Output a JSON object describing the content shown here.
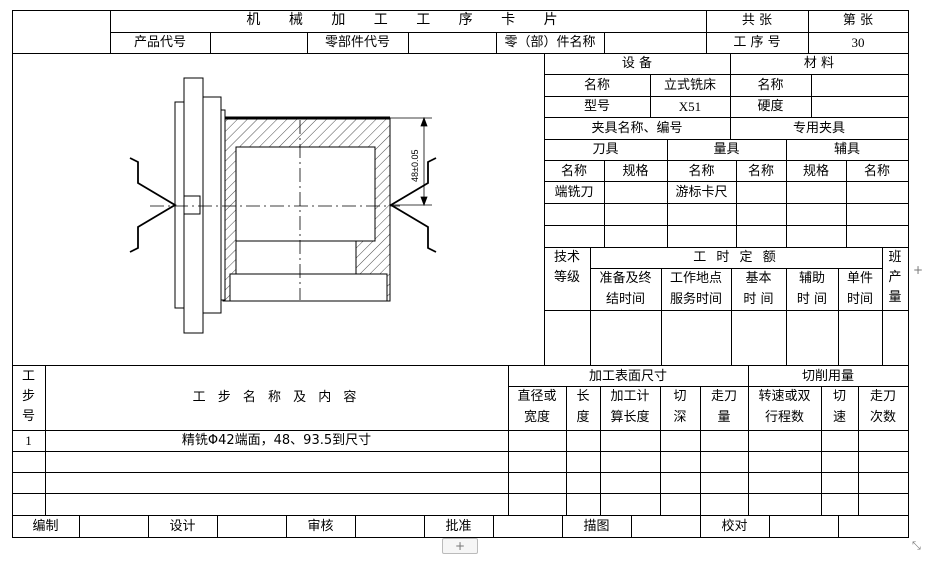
{
  "header": {
    "title": "机 械 加 工 工 序 卡 片",
    "total_sheets": "共  张",
    "sheet_no": "第  张",
    "product_code": "产品代号",
    "part_code": "零部件代号",
    "part_name": "零（部）件名称",
    "process_no_label": "工 序 号",
    "process_no": "30"
  },
  "equipment": {
    "section_label": "设  备",
    "material_label": "材  料",
    "name_label": "名称",
    "name_value": "立式铣床",
    "model_label": "型号",
    "model_value": "X51",
    "mat_name_label": "名称",
    "hardness_label": "硬度",
    "fixture_label": "夹具名称、编号",
    "fixture_value": "专用夹具",
    "tools_label": "刀具",
    "gauges_label": "量具",
    "aux_label": "辅具",
    "col_name1": "名称",
    "col_spec1": "规格",
    "col_name2": "名称",
    "col_name3": "名称",
    "col_spec3": "规格",
    "col_name4": "名称",
    "tool_value": "端铣刀",
    "gauge_value": "游标卡尺"
  },
  "time_quota": {
    "tech_grade_1": "技术",
    "tech_grade_2": "等级",
    "title": "工 时 定 额",
    "prep_1": "准备及终",
    "prep_2": "结时间",
    "site_1": "工作地点",
    "site_2": "服务时间",
    "basic_1": "基本",
    "basic_2": "时 间",
    "aux_1": "辅助",
    "aux_2": "时 间",
    "unit_1": "单件",
    "unit_2": "时间",
    "shift_1": "班",
    "shift_2": "产",
    "shift_3": "量"
  },
  "drawing": {
    "dimension": "48±0.05"
  },
  "steps": {
    "col_step_1": "工",
    "col_step_2": "步",
    "col_step_3": "号",
    "col_content": "工 步 名 称 及 内 容",
    "surface_dims": "加工表面尺寸",
    "cutting": "切削用量",
    "dia_1": "直径或",
    "dia_2": "宽度",
    "len_1": "长",
    "len_2": "度",
    "calc_1": "加工计",
    "calc_2": "算长度",
    "depth_1": "切",
    "depth_2": "深",
    "pass_1": "走刀",
    "pass_2": "量",
    "speed_1": "转速或双",
    "speed_2": "行程数",
    "cspeed_1": "切",
    "cspeed_2": "速",
    "count_1": "走刀",
    "count_2": "次数",
    "rows": [
      {
        "no": "1",
        "content": "精铣Φ42端面，48、93.5到尺寸"
      }
    ]
  },
  "footer": {
    "compile": "编制",
    "design": "设计",
    "review": "审核",
    "approve": "批准",
    "trace": "描图",
    "proof": "校对"
  },
  "ui": {
    "add_sheet": "+",
    "add_col": "+"
  }
}
